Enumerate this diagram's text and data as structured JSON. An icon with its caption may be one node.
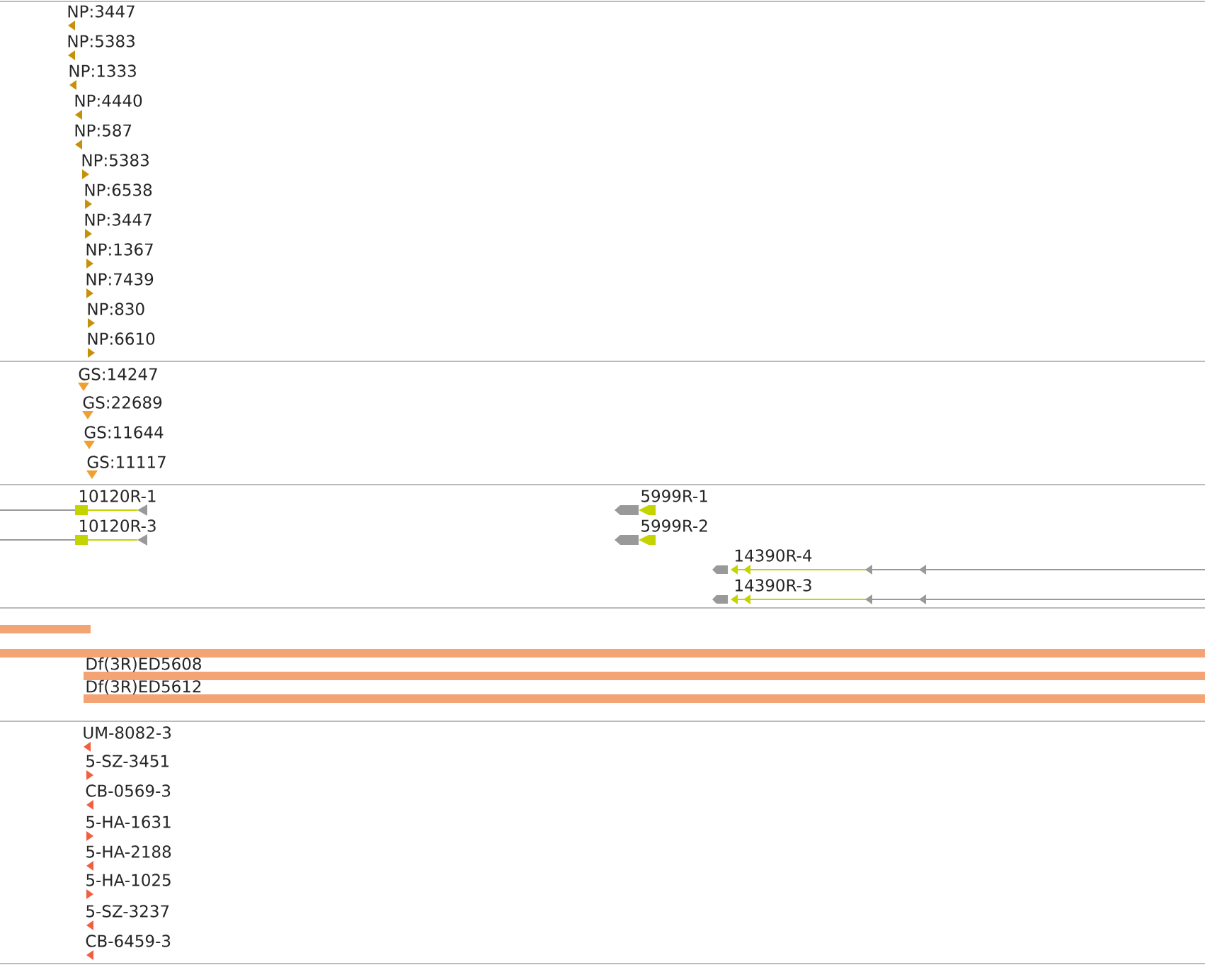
{
  "diagram": {
    "labels": [
      "NP:3447",
      "NP:5383",
      "NP:1333",
      "NP:4440",
      "NP:587",
      "NP:5383",
      "NP:6538",
      "NP:3447",
      "NP:1367",
      "NP:7439",
      "NP:830",
      "NP:6610",
      "GS:14247",
      "GS:22689",
      "GS:11644",
      "GS:11117",
      "10120R-1",
      "5999R-1",
      "10120R-3",
      "5999R-2",
      "14390R-4",
      "14390R-3",
      "Df(3R)ED5608",
      "Df(3R)ED5612",
      "UM-8082-3",
      "5-SZ-3451",
      "CB-0569-3",
      "5-HA-1631",
      "5-HA-2188",
      "5-HA-1025",
      "5-SZ-3237",
      "CB-6459-3"
    ]
  }
}
